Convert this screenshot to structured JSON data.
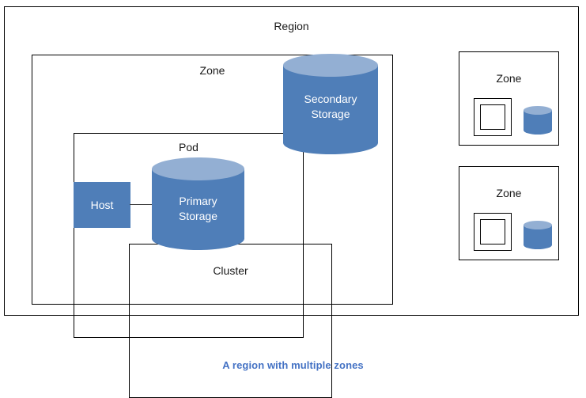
{
  "diagram": {
    "caption": "A region with multiple zones",
    "caption_color": "#4472C4",
    "colors": {
      "cylinder_body": "#4F7EB8",
      "cylinder_top": "#93AFD3",
      "host_fill": "#4F7EB8",
      "border": "#000000",
      "label_text": "#1a1a1a",
      "shape_text": "#ffffff"
    },
    "region": {
      "label": "Region",
      "zone": {
        "label": "Zone",
        "pod": {
          "label": "Pod",
          "cluster": {
            "label": "Cluster",
            "host": {
              "label": "Host"
            },
            "primary_storage": {
              "line1": "Primary",
              "line2": "Storage"
            }
          }
        },
        "secondary_storage": {
          "line1": "Secondary",
          "line2": "Storage"
        }
      },
      "other_zones": [
        {
          "label": "Zone"
        },
        {
          "label": "Zone"
        }
      ]
    }
  }
}
